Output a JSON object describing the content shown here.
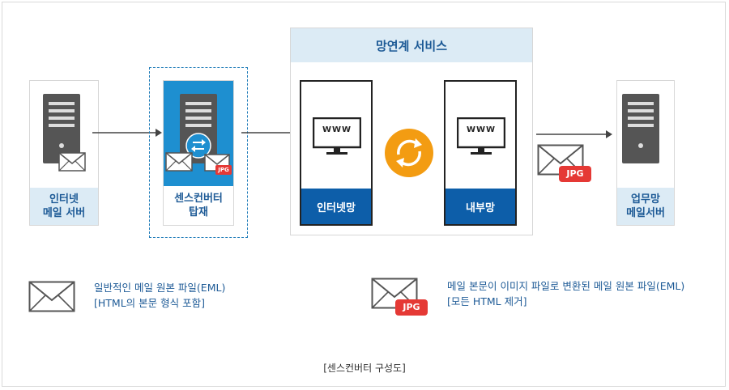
{
  "service_title": "망연계 서비스",
  "internet_mail_server": {
    "line1": "인터넷",
    "line2": "메일 서버"
  },
  "sens_converter": {
    "line1": "센스컨버터",
    "line2": "탑재"
  },
  "internet_network": "인터넷망",
  "internal_network": "내부망",
  "work_mail_server": {
    "line1": "업무망",
    "line2": "메일서버"
  },
  "www_label": "WWW",
  "jpg_badge": "JPG",
  "legend": {
    "eml": {
      "line1": "일반적인 메일 원본 파일(EML)",
      "line2": "[HTML의 본문 형식 포함]"
    },
    "jpg": {
      "line1": "메일 본문이 이미지 파일로 변환된 메일 원본 파일(EML)",
      "line2": "[모든 HTML 제거]"
    }
  },
  "caption": "[센스컨버터 구성도]",
  "colors": {
    "accent_blue": "#0d5ea9",
    "light_blue": "#dcebf5",
    "server_gray": "#555555",
    "orange": "#f39c12",
    "jpg_red": "#e53935",
    "converter_blue": "#1e8fd0"
  }
}
